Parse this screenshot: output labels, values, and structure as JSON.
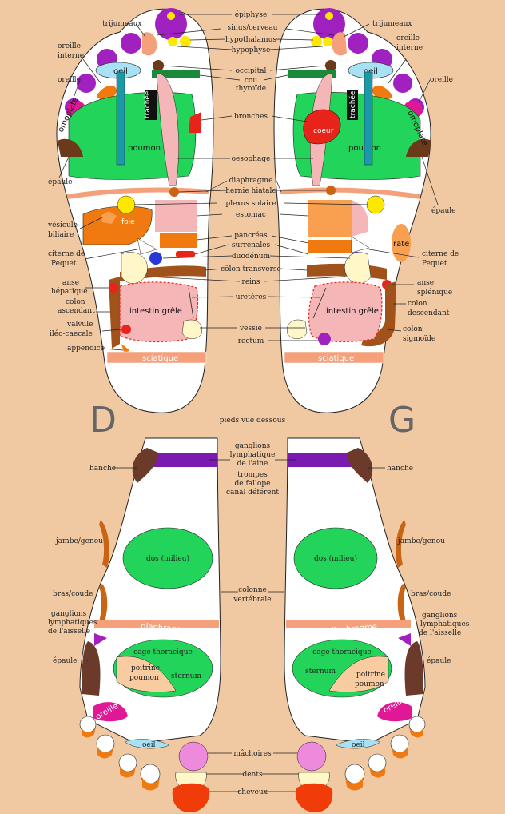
{
  "colors": {
    "background": "#f0c9a3",
    "pink": "#f4b6b6",
    "green": "#22d45a",
    "purple": "#a020c0",
    "yellow": "#ffe800",
    "orange": "#f07a10",
    "brown": "#6b3a1a",
    "red": "#e8231a",
    "blue": "#2838d8",
    "teal": "#1a9aa8",
    "lightblue": "#a8e0f4",
    "magenta": "#e01896",
    "salmon": "#f4a07a",
    "lightorange": "#f8a050"
  },
  "letters": {
    "right_foot": "D",
    "left_foot": "G"
  },
  "section_title": "pieds vue dessous",
  "sole_labels_center": {
    "epiphyse": "épiphyse",
    "sinus": "sinus/cerveau",
    "hypothalamus": "hypothalamus",
    "hypophyse": "hypophyse",
    "occipital": "occipital",
    "cou": "cou",
    "thyroide": "thyroïde",
    "bronches": "bronches",
    "oesophage": "oesophage",
    "diaphragme": "diaphragme",
    "hernie": "hernie hiatale",
    "plexus": "plexus solaire",
    "estomac": "estomac",
    "pancreas": "pancréas",
    "surrenales": "surrénales",
    "duodenum": "duodénum",
    "colon_transverse": "côlon transverse",
    "reins": "reins",
    "ureteres": "uretères",
    "vessie": "vessie",
    "rectum": "rectum"
  },
  "sole_labels_right": {
    "trijumeaux": "trijumeaux",
    "oreille_interne": [
      "oreille",
      "interne"
    ],
    "oreille": "oreille",
    "epaule": "épaule",
    "vesicule": [
      "vésicule",
      "biliaire"
    ],
    "citerne": [
      "citerne de",
      "Pequet"
    ],
    "anse": [
      "anse",
      "hépatique"
    ],
    "colon": [
      "colon",
      "ascendant"
    ],
    "valvule": [
      "valvule",
      "iléo-caecale"
    ],
    "appendice": "appendice"
  },
  "sole_labels_left": {
    "trijumeaux": "trijumeaux",
    "oreille_interne": [
      "oreille",
      "interne"
    ],
    "oreille": "oreille",
    "epaule": "épaule",
    "citerne": [
      "citerne de",
      "Pequet"
    ],
    "anse": [
      "anse",
      "splénique"
    ],
    "colon_desc": [
      "colon",
      "descendant"
    ],
    "colon_sig": [
      "colon",
      "sigmoïde"
    ]
  },
  "organ_text": {
    "oeil": "oeil",
    "trachee": "trachée",
    "poumon": "poumon",
    "coeur": "coeur",
    "omoplate": "omoplate",
    "foie": "foie",
    "rate": "rate",
    "intestin": "intestin grêle",
    "sciatique": "sciatique"
  },
  "dorsal_labels": {
    "ganglions_aine": [
      "ganglions",
      "lymphatique",
      "de l'aine"
    ],
    "trompes": [
      "trompes",
      "de fallope",
      "canal déférent"
    ],
    "hanche": "hanche",
    "jambe": "jambe/genou",
    "dos": "dos (milieu)",
    "colonne": [
      "colonne",
      "vertébrale"
    ],
    "bras": "bras/coude",
    "ganglions_aisselle": [
      "ganglions",
      "lymphatiques",
      "de l'aisselle"
    ],
    "diaphragme": "diaphragme",
    "cage": "cage thoracique",
    "poitrine": [
      "poitrine",
      "poumon"
    ],
    "sternum": "sternum",
    "epaule": "épaule",
    "oreille": "oreille",
    "oeil": "oeil",
    "machoires": "mâchoires",
    "dents": "dents",
    "cheveux": "cheveux"
  }
}
